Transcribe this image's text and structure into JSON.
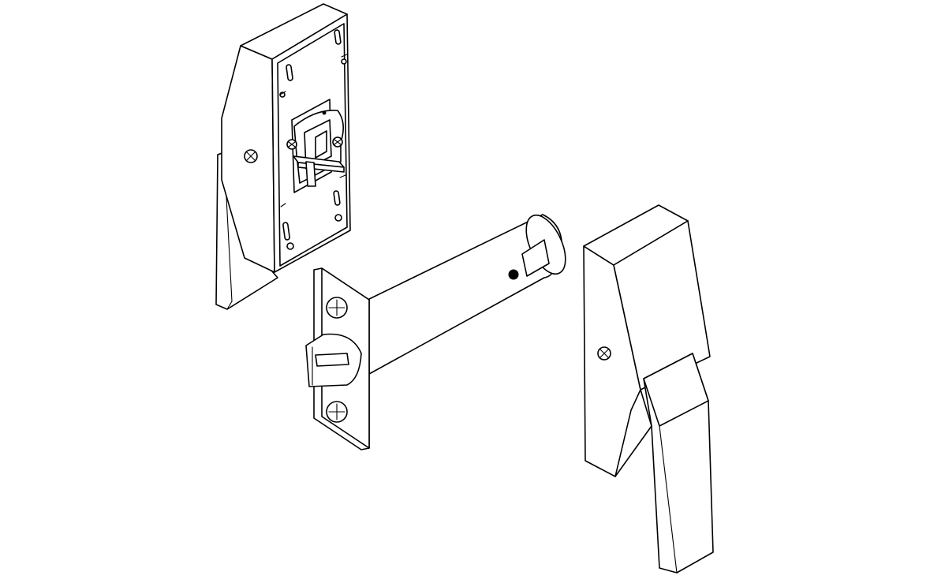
{
  "diagram": {
    "style": "isometric exploded line drawing, black strokes on white",
    "parts": [
      {
        "name": "inside-lever-housing-with-mounting-plate"
      },
      {
        "name": "tubular-latch-with-faceplate"
      },
      {
        "name": "outside-lever-housing-with-lever-handle"
      }
    ],
    "colors": {
      "stroke": "#000000",
      "background": "#ffffff"
    }
  }
}
